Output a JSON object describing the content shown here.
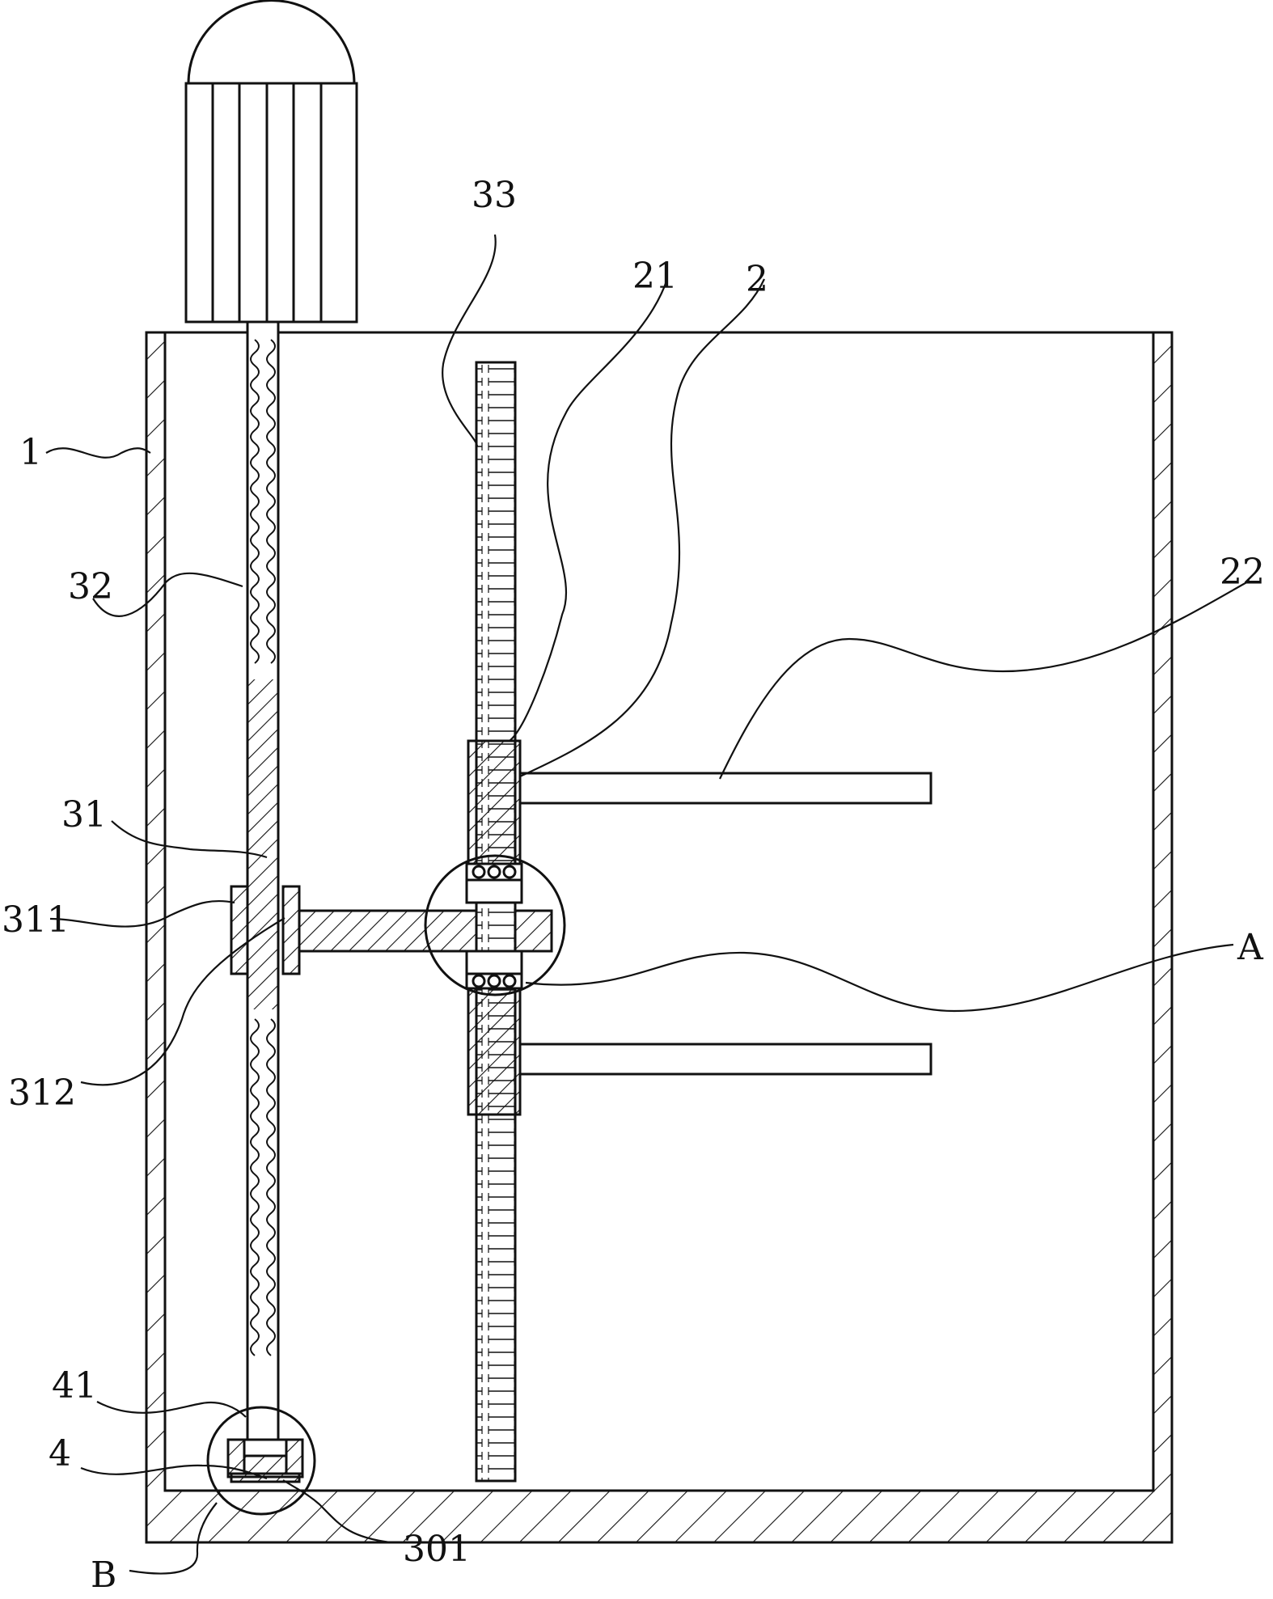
{
  "figure": {
    "labels": {
      "housing": "1",
      "stirring_shaft": "2",
      "shaft_sleeve": "21",
      "stirring_paddle": "22",
      "slider": "31",
      "screw_rod": "32",
      "rack": "33",
      "slider_block": "311",
      "connecting_rod": "312",
      "bearing_seat": "4",
      "bearing": "41",
      "base_groove": "301",
      "detail_a": "A",
      "detail_b": "B"
    },
    "colors": {
      "line": "#111111",
      "background": "#ffffff"
    }
  }
}
